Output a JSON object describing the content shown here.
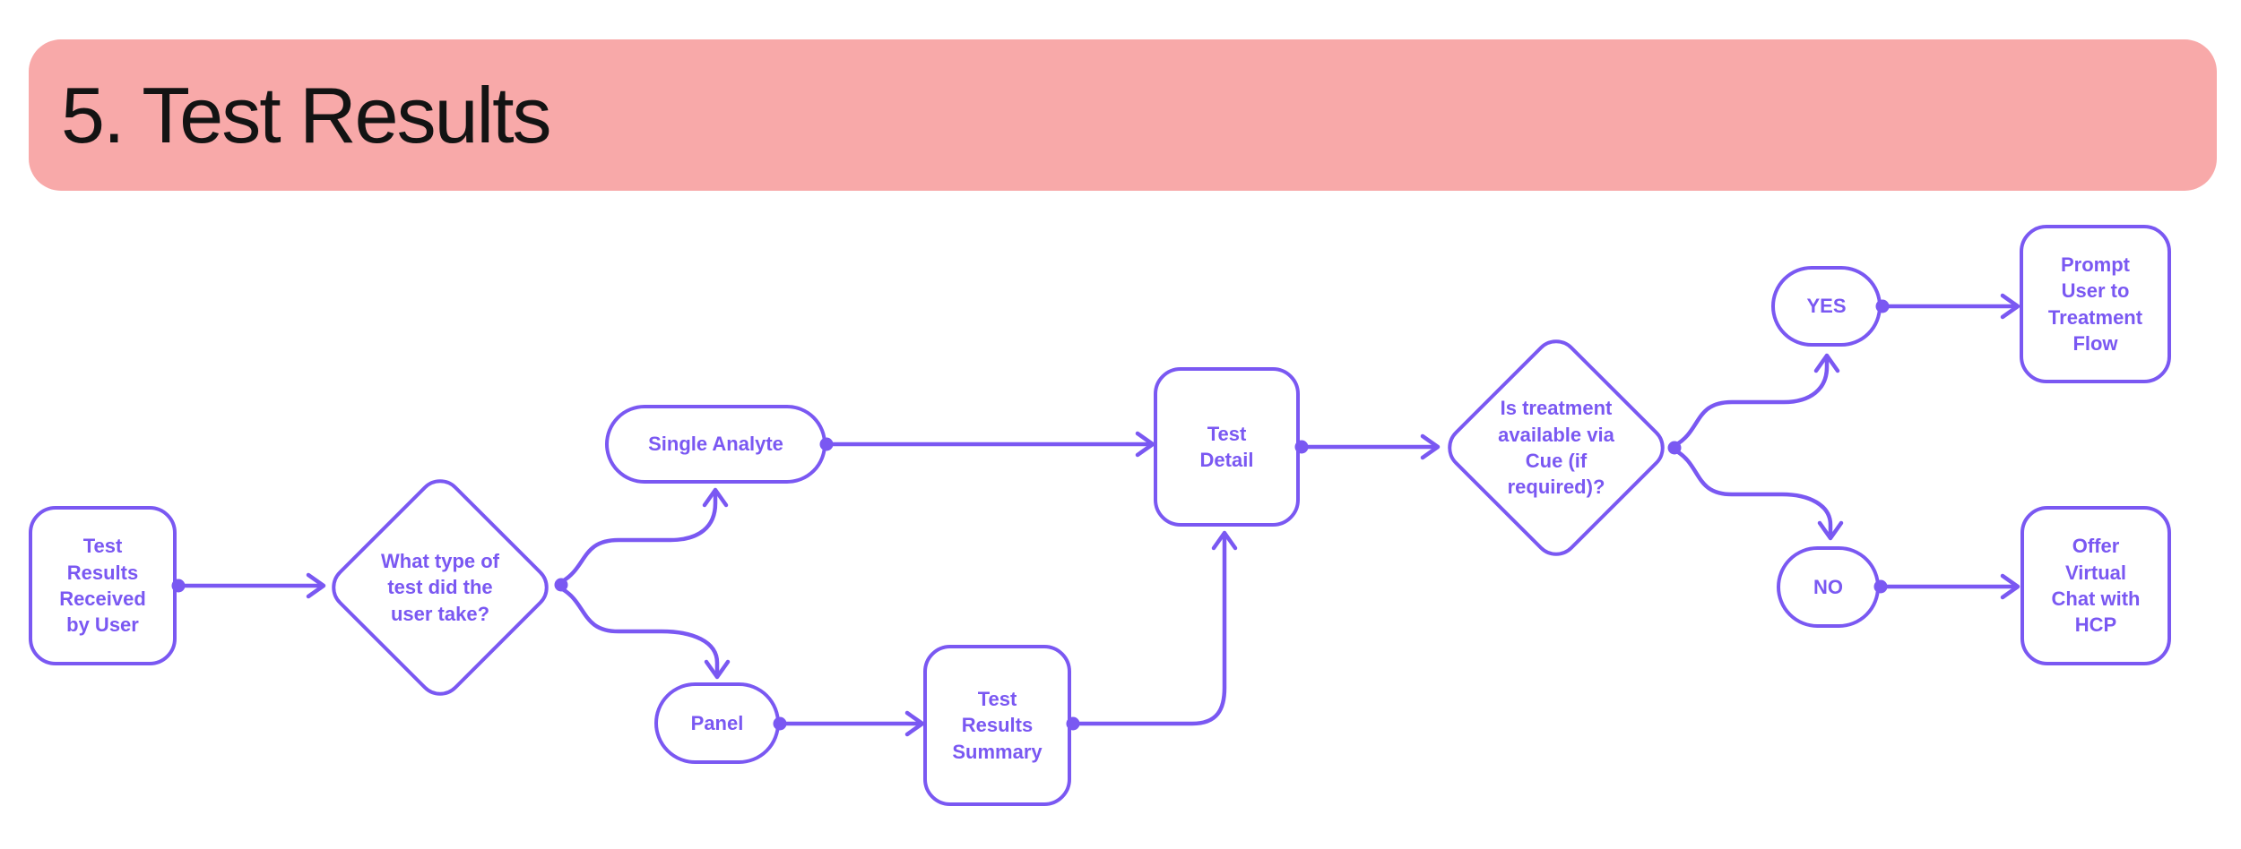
{
  "header": {
    "title": "5. Test Results"
  },
  "colors": {
    "banner_bg": "#f8a9a9",
    "accent": "#7a58f2",
    "title_text": "#131313",
    "canvas_bg": "#ffffff"
  },
  "flowchart": {
    "nodes": {
      "start": {
        "shape": "rounded-rect",
        "label": "Test\nResults\nReceived\nby User"
      },
      "test_type": {
        "shape": "diamond",
        "label": "What type of\ntest did the\nuser take?"
      },
      "single_analyte": {
        "shape": "pill",
        "label": "Single Analyte"
      },
      "panel": {
        "shape": "pill",
        "label": "Panel"
      },
      "summary": {
        "shape": "rounded-rect",
        "label": "Test\nResults\nSummary"
      },
      "detail": {
        "shape": "rounded-rect",
        "label": "Test\nDetail"
      },
      "treatment_q": {
        "shape": "diamond",
        "label": "Is treatment\navailable via\nCue (if\nrequired)?"
      },
      "yes": {
        "shape": "pill",
        "label": "YES"
      },
      "no": {
        "shape": "pill",
        "label": "NO"
      },
      "prompt_treatment": {
        "shape": "rounded-rect",
        "label": "Prompt\nUser to\nTreatment\nFlow"
      },
      "offer_chat": {
        "shape": "rounded-rect",
        "label": "Offer\nVirtual\nChat with\nHCP"
      }
    },
    "edges": [
      {
        "from": "start",
        "to": "test_type"
      },
      {
        "from": "test_type",
        "to": "single_analyte"
      },
      {
        "from": "test_type",
        "to": "panel"
      },
      {
        "from": "single_analyte",
        "to": "detail"
      },
      {
        "from": "panel",
        "to": "summary"
      },
      {
        "from": "summary",
        "to": "detail"
      },
      {
        "from": "detail",
        "to": "treatment_q"
      },
      {
        "from": "treatment_q",
        "to": "yes"
      },
      {
        "from": "treatment_q",
        "to": "no"
      },
      {
        "from": "yes",
        "to": "prompt_treatment"
      },
      {
        "from": "no",
        "to": "offer_chat"
      }
    ]
  }
}
